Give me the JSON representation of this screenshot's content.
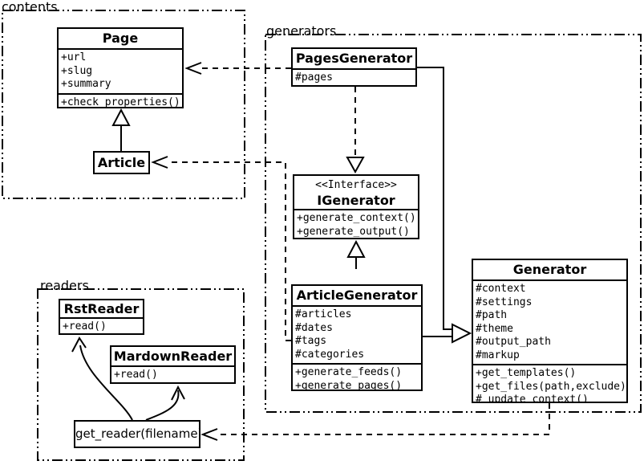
{
  "packages": {
    "contents": {
      "label": "contents"
    },
    "generators": {
      "label": "generators"
    },
    "readers": {
      "label": "readers"
    }
  },
  "classes": {
    "page": {
      "name": "Page",
      "attributes": [
        "+url",
        "+slug",
        "+summary"
      ],
      "methods": [
        "+check_properties()"
      ]
    },
    "article": {
      "name": "Article"
    },
    "pages_generator": {
      "name": "PagesGenerator",
      "attributes": [
        "#pages"
      ]
    },
    "igenerator": {
      "stereotype": "<<Interface>>",
      "name": "IGenerator",
      "methods": [
        "+generate_context()",
        "+generate_output()"
      ]
    },
    "article_generator": {
      "name": "ArticleGenerator",
      "attributes": [
        "#articles",
        "#dates",
        "#tags",
        "#categories"
      ],
      "methods": [
        "+generate_feeds()",
        "+generate_pages()"
      ]
    },
    "generator": {
      "name": "Generator",
      "attributes": [
        "#context",
        "#settings",
        "#path",
        "#theme",
        "#output_path",
        "#markup"
      ],
      "methods": [
        "+get_templates()",
        "+get_files(path,exclude)",
        "#_update_context()"
      ]
    },
    "rst_reader": {
      "name": "RstReader",
      "methods": [
        "+read()"
      ]
    },
    "markdown_reader": {
      "name": "MardownReader",
      "methods": [
        "+read()"
      ]
    },
    "get_reader": {
      "label": "get_reader(filename)"
    }
  },
  "relationships": [
    {
      "from": "Article",
      "to": "Page",
      "type": "generalization",
      "line": "solid"
    },
    {
      "from": "PagesGenerator",
      "to": "IGenerator",
      "type": "realization",
      "line": "dashed"
    },
    {
      "from": "ArticleGenerator",
      "to": "IGenerator",
      "type": "generalization",
      "line": "solid"
    },
    {
      "from": "PagesGenerator",
      "to": "Generator",
      "type": "generalization",
      "line": "solid"
    },
    {
      "from": "ArticleGenerator",
      "to": "Generator",
      "type": "generalization",
      "line": "solid"
    },
    {
      "from": "PagesGenerator",
      "to": "Page",
      "type": "dependency",
      "line": "dashed"
    },
    {
      "from": "ArticleGenerator",
      "to": "Article",
      "type": "dependency",
      "line": "dashed"
    },
    {
      "from": "Generator",
      "to": "get_reader(filename)",
      "type": "dependency",
      "line": "dashed"
    },
    {
      "from": "get_reader(filename)",
      "to": "RstReader",
      "type": "arrow",
      "line": "solid-curved"
    },
    {
      "from": "get_reader(filename)",
      "to": "MardownReader",
      "type": "arrow",
      "line": "solid-curved"
    }
  ],
  "colors": {
    "background": "#ffffff",
    "line": "#000000",
    "text": "#000000"
  }
}
